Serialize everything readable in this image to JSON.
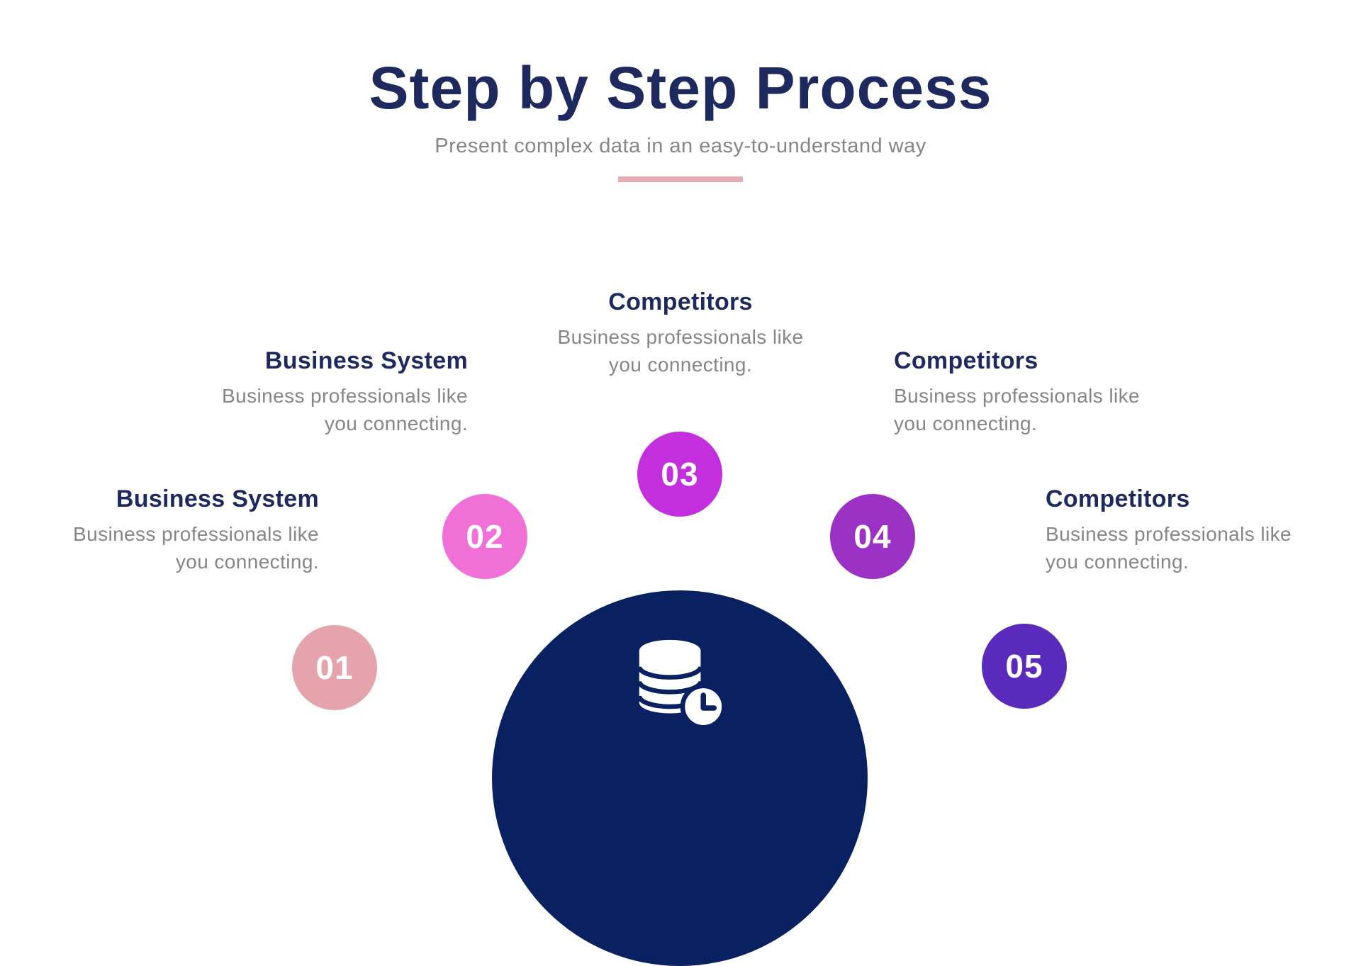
{
  "slide": {
    "title": "Step by Step Process",
    "subtitle": "Present complex data in an easy-to-understand way"
  },
  "colors": {
    "heading_navy": "#1E2A5E",
    "body_gray": "#848689",
    "divider_pink": "#E9ABB3",
    "dome_navy": "#0A2161",
    "number_text": "#FFFFFF"
  },
  "center_icon": "database-clock-icon",
  "steps": [
    {
      "number": "01",
      "title": "Business System",
      "description": "Business professionals like\nyou connecting.",
      "color": "#E5A3AB"
    },
    {
      "number": "02",
      "title": "Business System",
      "description": "Business professionals like\nyou connecting.",
      "color": "#F070D7"
    },
    {
      "number": "03",
      "title": "Competitors",
      "description": "Business professionals like\nyou connecting.",
      "color": "#C32FDC"
    },
    {
      "number": "04",
      "title": "Competitors",
      "description": "Business professionals like\nyou connecting.",
      "color": "#9C31C5"
    },
    {
      "number": "05",
      "title": "Competitors",
      "description": "Business professionals like\nyou connecting.",
      "color": "#5A2ABD"
    }
  ]
}
